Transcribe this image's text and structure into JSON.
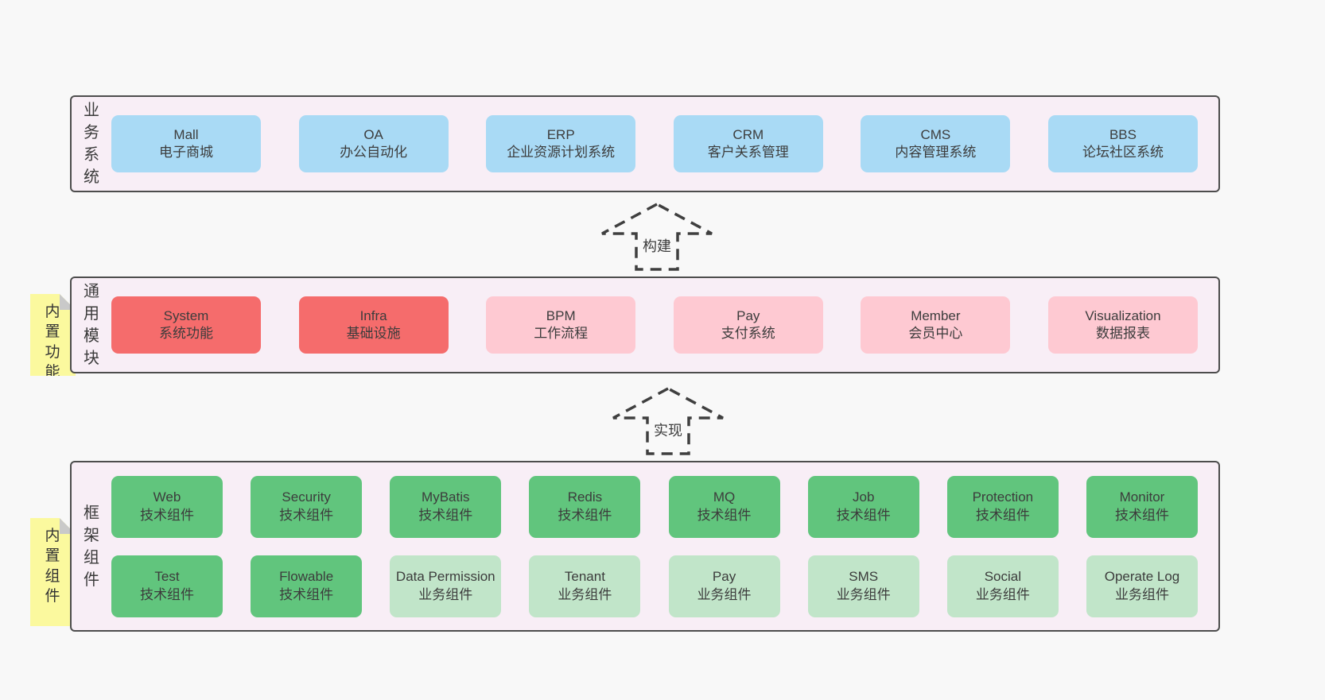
{
  "colors": {
    "page_bg": "#f8f8f8",
    "container_bg": "#f8eef6",
    "container_border": "#4d4d4d",
    "text": "#3c3c3c",
    "note_yellow": "#fbf99e",
    "note_fold_gray": "#c9c9c9",
    "arrow_stroke": "#3f3f3f",
    "blue": "#a9daf5",
    "red": "#f56c6c",
    "pink": "#fec9d2",
    "green": "#61c57d",
    "green_light": "#c1e5c9"
  },
  "layers": [
    {
      "label": "业务系统",
      "note": null,
      "box_size": "size-wide",
      "rows": [
        [
          {
            "en": "Mall",
            "zh": "电子商城",
            "color": "blue"
          },
          {
            "en": "OA",
            "zh": "办公自动化",
            "color": "blue"
          },
          {
            "en": "ERP",
            "zh": "企业资源计划系统",
            "color": "blue"
          },
          {
            "en": "CRM",
            "zh": "客户关系管理",
            "color": "blue"
          },
          {
            "en": "CMS",
            "zh": "内容管理系统",
            "color": "blue"
          },
          {
            "en": "BBS",
            "zh": "论坛社区系统",
            "color": "blue"
          }
        ]
      ]
    },
    {
      "label": "通用模块",
      "note": "内置功能",
      "box_size": "size-wide",
      "rows": [
        [
          {
            "en": "System",
            "zh": "系统功能",
            "color": "red"
          },
          {
            "en": "Infra",
            "zh": "基础设施",
            "color": "red"
          },
          {
            "en": "BPM",
            "zh": "工作流程",
            "color": "pink"
          },
          {
            "en": "Pay",
            "zh": "支付系统",
            "color": "pink"
          },
          {
            "en": "Member",
            "zh": "会员中心",
            "color": "pink"
          },
          {
            "en": "Visualization",
            "zh": "数据报表",
            "color": "pink"
          }
        ]
      ]
    },
    {
      "label": "框架组件",
      "note": "内置组件",
      "box_size": "size-small",
      "rows": [
        [
          {
            "en": "Web",
            "zh": "技术组件",
            "color": "green"
          },
          {
            "en": "Security",
            "zh": "技术组件",
            "color": "green"
          },
          {
            "en": "MyBatis",
            "zh": "技术组件",
            "color": "green"
          },
          {
            "en": "Redis",
            "zh": "技术组件",
            "color": "green"
          },
          {
            "en": "MQ",
            "zh": "技术组件",
            "color": "green"
          },
          {
            "en": "Job",
            "zh": "技术组件",
            "color": "green"
          },
          {
            "en": "Protection",
            "zh": "技术组件",
            "color": "green"
          },
          {
            "en": "Monitor",
            "zh": "技术组件",
            "color": "green"
          }
        ],
        [
          {
            "en": "Test",
            "zh": "技术组件",
            "color": "green"
          },
          {
            "en": "Flowable",
            "zh": "技术组件",
            "color": "green"
          },
          {
            "en": "Data Permission",
            "zh": "业务组件",
            "color": "green_light"
          },
          {
            "en": "Tenant",
            "zh": "业务组件",
            "color": "green_light"
          },
          {
            "en": "Pay",
            "zh": "业务组件",
            "color": "green_light"
          },
          {
            "en": "SMS",
            "zh": "业务组件",
            "color": "green_light"
          },
          {
            "en": "Social",
            "zh": "业务组件",
            "color": "green_light"
          },
          {
            "en": "Operate Log",
            "zh": "业务组件",
            "color": "green_light"
          }
        ]
      ]
    }
  ],
  "arrows": [
    {
      "label": "构建"
    },
    {
      "label": "实现"
    }
  ]
}
